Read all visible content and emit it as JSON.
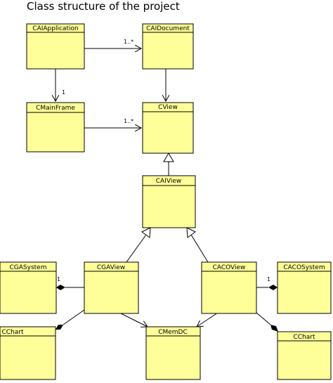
{
  "title": "Class structure of the project",
  "classes": {
    "c_ai_application": "CAIApplication",
    "c_ai_document": "CAIDocument",
    "c_main_frame": "CMainFrame",
    "c_view": "CView",
    "c_ai_view": "CAIView",
    "c_ga_system": "CGASystem",
    "c_ga_view": "CGAView",
    "c_aco_view": "CACOView",
    "c_aco_system": "CACOSystem",
    "c_chart_left": "CChart",
    "c_mem_dc": "CMemDC",
    "c_chart_right": "CChart"
  },
  "multiplicities": {
    "app_to_document": "1..*",
    "app_to_frame": "1",
    "frame_to_view": "1..*",
    "gaview_to_gasystem": "1",
    "acoview_to_acosystem": "1"
  },
  "colors": {
    "class_fill": "#ffff99",
    "line": "#000000"
  }
}
